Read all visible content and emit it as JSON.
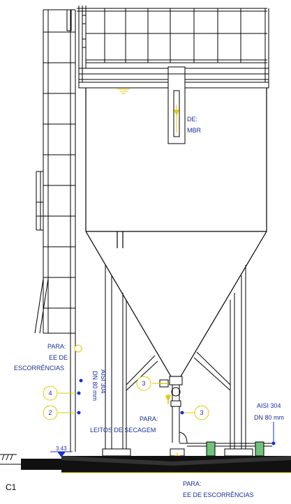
{
  "labels": {
    "from_mbr_1": "DE:",
    "from_mbr_2": "MBR",
    "to_ee_top_1": "PARA:",
    "to_ee_top_2": "EE DE",
    "to_ee_top_3": "ESCORRÊNCIAS",
    "pipe_left_1": "AISI 304",
    "pipe_left_2": "DN 80 mm",
    "to_beds_1": "PARA:",
    "to_beds_2": "LEITOS DE SECAGEM",
    "pipe_right_1": "AISI 304",
    "pipe_right_2": "DN 80 mm",
    "to_ee_bottom_1": "PARA:",
    "to_ee_bottom_2": "EE DE ESCORRÊNCIAS",
    "level": "3.43",
    "section": "C1"
  },
  "callouts": {
    "c1": "3",
    "c2": "4",
    "c3": "2",
    "c4": "3"
  },
  "colors": {
    "line": "#000000",
    "text": "#1a2f9a",
    "callout": "#f0e000",
    "fill_dark": "#111111",
    "fill_green": "#6fc47a",
    "marker": "#1a2fd0"
  }
}
